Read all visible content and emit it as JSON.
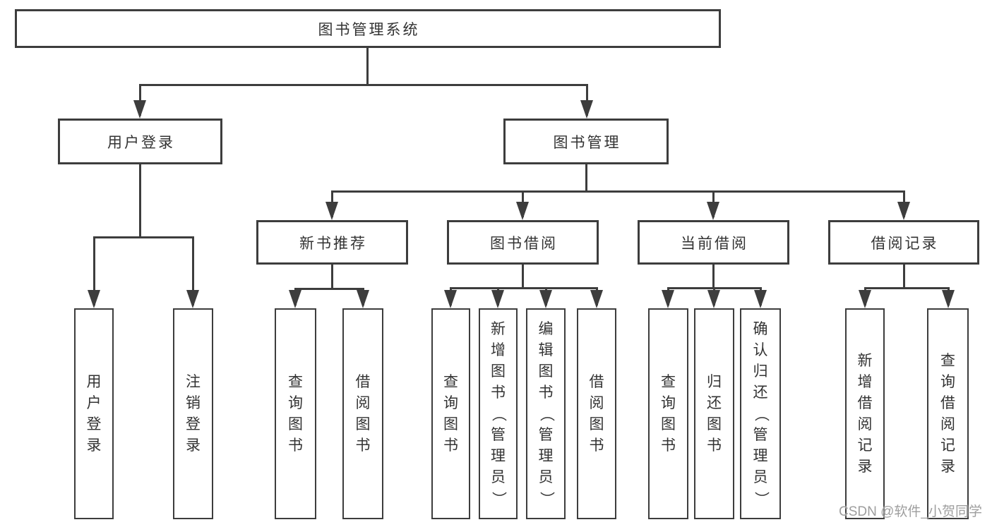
{
  "diagram": {
    "type": "hierarchy-tree",
    "root": {
      "label": "图书管理系统"
    },
    "branches": [
      {
        "label": "用户登录",
        "children": [
          {
            "label": "用户登录"
          },
          {
            "label": "注销登录"
          }
        ]
      },
      {
        "label": "图书管理",
        "children": [
          {
            "label": "新书推荐",
            "children": [
              {
                "label": "查询图书"
              },
              {
                "label": "借阅图书"
              }
            ]
          },
          {
            "label": "图书借阅",
            "children": [
              {
                "label": "查询图书"
              },
              {
                "label": "新增图书（管理员）"
              },
              {
                "label": "编辑图书（管理员）"
              },
              {
                "label": "借阅图书"
              }
            ]
          },
          {
            "label": "当前借阅",
            "children": [
              {
                "label": "查询图书"
              },
              {
                "label": "归还图书"
              },
              {
                "label": "确认归还（管理员）"
              }
            ]
          },
          {
            "label": "借阅记录",
            "children": [
              {
                "label": "新增借阅记录"
              },
              {
                "label": "查询借阅记录"
              }
            ]
          }
        ]
      }
    ]
  },
  "watermark": {
    "text": "CSDN @软件_小贺同学",
    "color": "#9e9e9e"
  },
  "colors": {
    "line": "#3d3d3d",
    "text": "#333333",
    "background": "#ffffff"
  }
}
